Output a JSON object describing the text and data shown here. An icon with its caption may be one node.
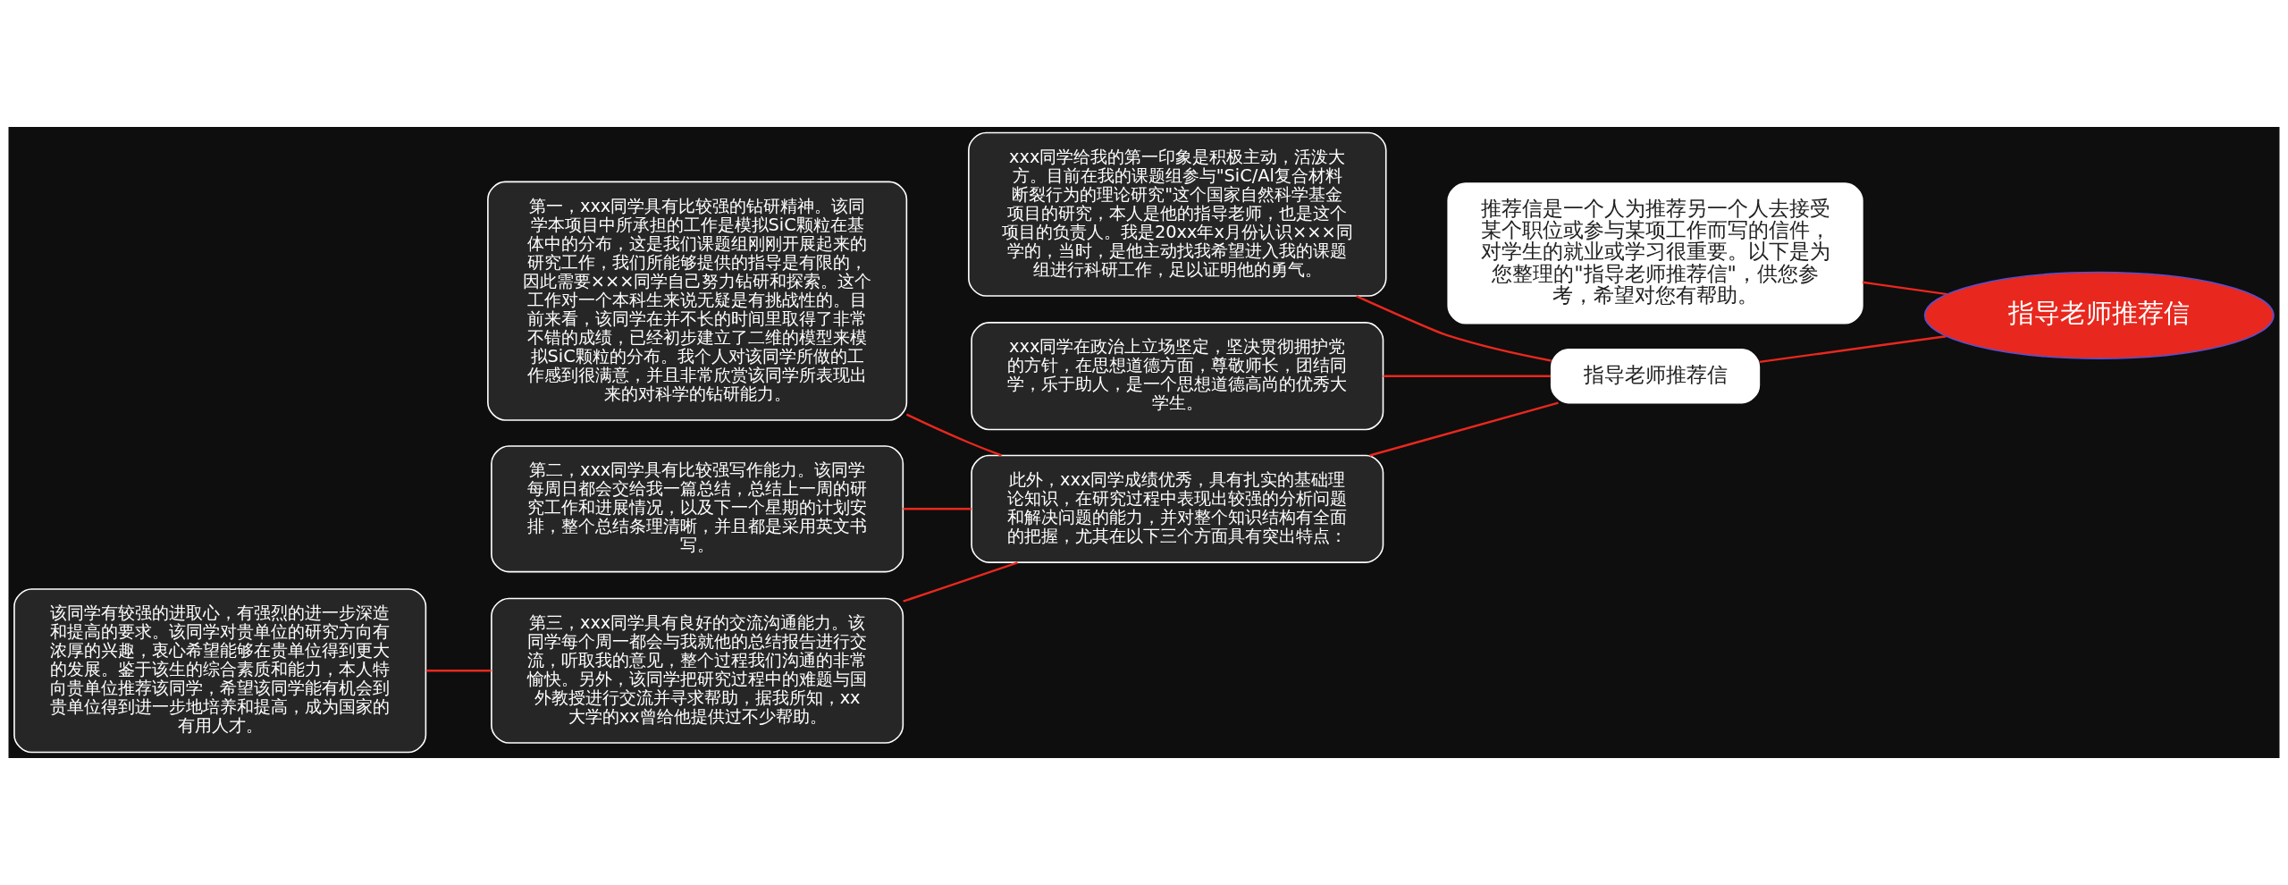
{
  "diagram": {
    "nodes": [
      {
        "text": [
          "指导老师推荐信"
        ]
      },
      {
        "text": [
          "推荐信是一个人为推荐另一个人去接受某个职位或参与某项工作而写的信件，对学生的就业或学习很重要。以下是为您整理的\"指导老师推荐信\"，供您参考，希望对您有帮助。"
        ]
      },
      {
        "text": [
          "指导老师推荐信"
        ]
      },
      {
        "text": [
          "xxx同学给我的第一印象是积极主动，活泼大方。目前在我的课题组参与\"SiC/Al复合材料断裂行为的理论研究\"这个国家自然科学基金项目的研究，本人是他的指导老师，也是这个项目的负责人。我是20xx年x月份认识×××同学的，当时，是他主动找我希望进入我的课题组进行科研工作，足以证明他的勇气。"
        ]
      },
      {
        "text": [
          "xxx同学在政治上立场坚定，坚决贯彻拥护党的方针，在思想道德方面，尊敬师长，团结同学，乐于助人，是一个思想道德高尚的优秀大学生。"
        ]
      },
      {
        "text": [
          "此外，xxx同学成绩优秀，具有扎实的基础理论知识，在研究过程中表现出较强的分析问题和解决问题的能力，并对整个知识结构有全面的把握，尤其在以下三个方面具有突出特点："
        ]
      },
      {
        "text": [
          "第一，xxx同学具有比较强的钻研精神。该同学本项目中所承担的工作是模拟SiC颗粒在基体中的分布，这是我们课题组刚刚开展起来的研究工作，我们所能够提供的指导是有限的，因此需要×××同学自己努力钻研和探索。这个工作对一个本科生来说无疑是有挑战性的。目前来看，该同学在并不长的时间里取得了非常不错的成绩，已经初步建立了二维的模型来模拟SiC颗粒的分布。我个人对该同学所做的工作感到很满意，并且非常欣赏该同学所表现出来的对科学的钻研能力。"
        ]
      },
      {
        "text": [
          "第二，xxx同学具有比较强写作能力。该同学每周日都会交给我一篇总结，总结上一周的研究工作和进展情况，以及下一个星期的计划安排，整个总结条理清晰，并且都是采用英文书写。"
        ]
      },
      {
        "text": [
          "第三，xxx同学具有良好的交流沟通能力。该同学每个周一都会与我就他的总结报告进行交流，听取我的意见，整个过程我们沟通的非常愉快。另外，该同学把研究过程中的难题与国外教授进行交流并寻求帮助，据我所知，xx大学的xx曾给他提供过不少帮助。"
        ]
      },
      {
        "text": [
          "该同学有较强的进取心，有强烈的进一步深造和提高的要求。该同学对贵单位的研究方向有浓厚的兴趣，衷心希望能够在贵单位得到更大的发展。鉴于该生的综合素质和能力，本人特向贵单位推荐该同学，希望该同学能有机会到贵单位得到进一步地培养和提高，成为国家的有用人才。"
        ]
      }
    ],
    "edges": [
      {
        "from": 0,
        "to": 1,
        "arrow": "none"
      },
      {
        "from": 0,
        "to": 2,
        "arrow": "none"
      },
      {
        "from": 2,
        "to": 3,
        "arrow": "none"
      },
      {
        "from": 2,
        "to": 4,
        "arrow": "none"
      },
      {
        "from": 2,
        "to": 5,
        "arrow": "none"
      },
      {
        "from": 5,
        "to": 6,
        "arrow": "none"
      },
      {
        "from": 5,
        "to": 7,
        "arrow": "none"
      },
      {
        "from": 5,
        "to": 8,
        "arrow": "none"
      },
      {
        "from": 8,
        "to": 9,
        "arrow": "none"
      }
    ]
  }
}
